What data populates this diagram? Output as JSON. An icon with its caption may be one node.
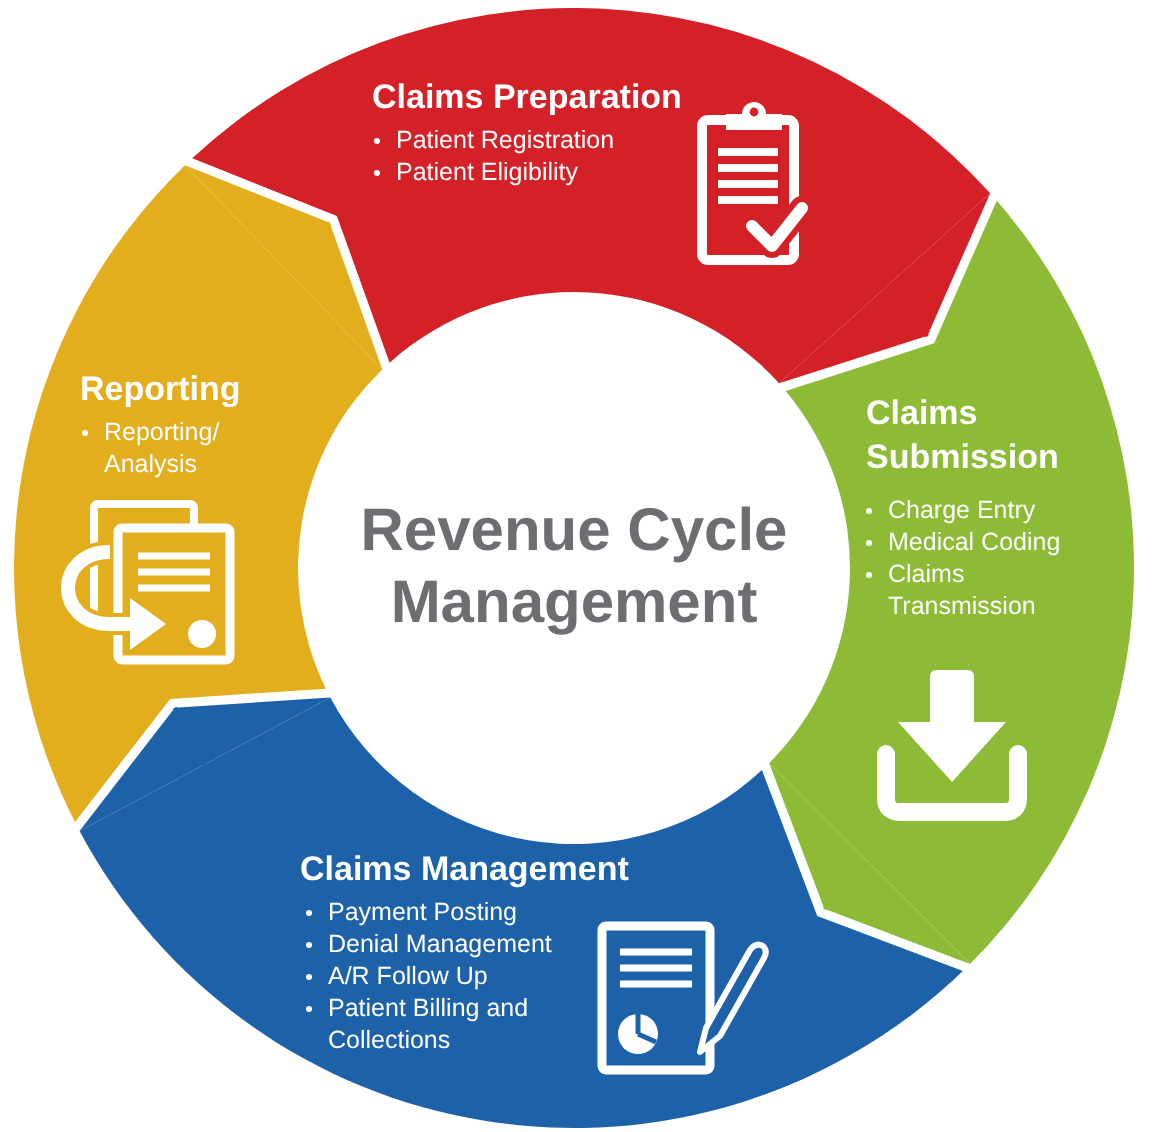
{
  "diagram": {
    "title": "Revenue Cycle Management",
    "nodes": [
      {
        "text": [
          "Claims Preparation",
          "Patient Registration",
          "Patient Eligibility"
        ]
      },
      {
        "text": [
          "Claims Submission",
          "Charge Entry",
          "Medical Coding",
          "Claims Transmission"
        ]
      },
      {
        "text": [
          "Claims Management",
          "Payment Posting",
          "Denial Management",
          "A/R Follow Up",
          "Patient Billing and Collections"
        ]
      },
      {
        "text": [
          "Reporting",
          "Reporting/ Analysis"
        ]
      }
    ],
    "edges": [
      {
        "from": 0,
        "to": 1,
        "arrow": "to",
        "color": "#d42027"
      },
      {
        "from": 1,
        "to": 2,
        "arrow": "to",
        "color": "#8dbb35"
      },
      {
        "from": 2,
        "to": 3,
        "arrow": "to",
        "color": "#1d62a8"
      },
      {
        "from": 3,
        "to": 0,
        "arrow": "to",
        "color": "#e2ae1e"
      }
    ]
  }
}
